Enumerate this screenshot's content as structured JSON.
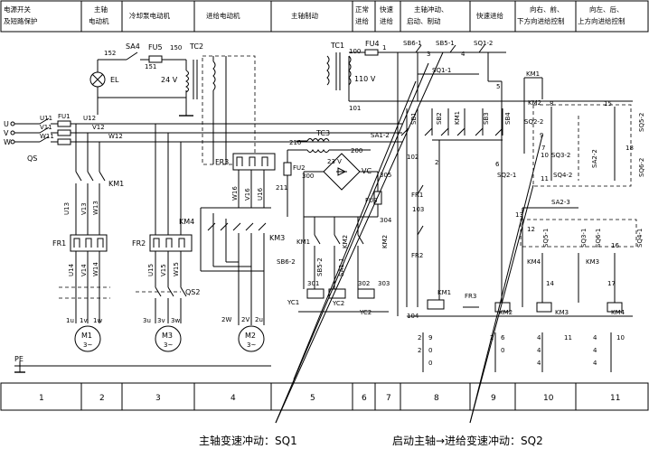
{
  "header": [
    {
      "lines": [
        "电源开关",
        "及短路保护"
      ]
    },
    {
      "lines": [
        "主轴",
        "电动机"
      ]
    },
    {
      "lines": [
        "冷却泵电动机"
      ]
    },
    {
      "lines": [
        "进给电动机"
      ]
    },
    {
      "lines": [
        "主轴制动"
      ]
    },
    {
      "lines": [
        "正常",
        "进给"
      ]
    },
    {
      "lines": [
        "快速",
        "进给"
      ]
    },
    {
      "lines": [
        "主轴冲动、",
        "启动、制动"
      ]
    },
    {
      "lines": [
        "快速进给"
      ]
    },
    {
      "lines": [
        "向右、前、",
        "下方向进给控制"
      ]
    },
    {
      "lines": [
        "向左、后、",
        "上方向进给控制"
      ]
    }
  ],
  "footer": [
    "1",
    "2",
    "3",
    "4",
    "5",
    "6",
    "7",
    "8",
    "9",
    "10",
    "11"
  ],
  "labels": {
    "sa4": "SA4",
    "fu5": "FU5",
    "n152": "152",
    "n150": "150",
    "n151": "151",
    "el": "EL",
    "v24": "24 V",
    "tc2": "TC2",
    "tc1": "TC1",
    "fu4": "FU4",
    "n100": "100",
    "n1": "1",
    "v110": "110 V",
    "n101": "101",
    "u": "U",
    "v": "V",
    "w": "W",
    "qs": "QS",
    "fu1": "FU1",
    "u11": "U11",
    "v11": "V11",
    "w11": "W11",
    "u12": "U12",
    "v12": "V12",
    "w12": "W12",
    "km1a": "KM1",
    "u13": "U13",
    "v13": "V13",
    "w13": "W13",
    "fr1": "FR1",
    "u14": "U14",
    "v14": "V14",
    "w14": "W14",
    "m1a": "1u",
    "m1b": "1v",
    "m1c": "1w",
    "m1": "M1",
    "m1s": "3~",
    "fr2": "FR2",
    "u15": "U15",
    "v15": "V15",
    "w15": "W15",
    "qs2": "QS2",
    "m3a": "3u",
    "m3b": "3v",
    "m3c": "3w",
    "m3": "M3",
    "m3s": "3~",
    "fr3": "FR3",
    "w16": "W16",
    "v16": "V16",
    "u16": "U16",
    "km4": "KM4",
    "km3a": "KM3",
    "m2a": "2W",
    "m2b": "2V",
    "m2c": "2u",
    "m2": "M2",
    "m2s": "3~",
    "tc3": "TC3",
    "n210": "210",
    "n200": "200",
    "v23": "23 V",
    "fu2": "FU2",
    "n211": "211",
    "n300": "300",
    "n305": "305",
    "vc": "VC",
    "fu3": "FU3",
    "n304": "304",
    "km1b": "KM1",
    "sb62": "SB6-2",
    "sb52": "SB5-2",
    "sa11": "SA1-1",
    "km2a": "KM2",
    "km2b": "KM2",
    "yc1": "YC1",
    "yc2": "YC2",
    "n301": "301",
    "n302": "302",
    "n303": "303",
    "yc2b": "YC2",
    "sb61": "SB6-1",
    "sb51": "SB5-1",
    "sq12": "SQ1-2",
    "sq11": "SQ1-1",
    "n3": "3",
    "n4": "4",
    "n5": "5",
    "sa12": "SA1-2",
    "sb1": "SB1",
    "sb2": "SB2",
    "km1c": "KM1",
    "sb3": "SB3",
    "sb4": "SB4",
    "n102": "102",
    "n2": "2",
    "fr1b": "FR1",
    "n103": "103",
    "fr2b": "FR2",
    "n104": "104",
    "km1d": "KM1",
    "fr3b": "FR3",
    "km2c": "KM2",
    "n6": "6",
    "sq21": "SQ2-1",
    "km1e": "KM1",
    "km2d": "KM2",
    "n8": "8",
    "sq22": "SQ2-2",
    "n9": "9",
    "n7": "7",
    "sq32": "SQ3-2",
    "sq42": "SQ4-2",
    "n10": "10",
    "n11": "11",
    "sa22": "SA2-2",
    "sa23": "SA2-3",
    "n13": "13",
    "n15": "15",
    "n18": "18",
    "sq52": "SQ5-2",
    "sq62": "SQ6-2",
    "n12": "12",
    "sq51": "SQ5-1",
    "sq31": "SQ3-1",
    "sq61": "SQ6-1",
    "sq41": "SQ4-1",
    "n16": "16",
    "km4b": "KM4",
    "km3b": "KM3",
    "n14": "14",
    "n17": "17",
    "km3c": "KM3",
    "km4c": "KM4",
    "pe": "PE"
  },
  "contact_table": [
    {
      "col": "col8",
      "rows": [
        [
          "2",
          "9"
        ],
        [
          "2",
          "0"
        ],
        [
          "",
          "0"
        ]
      ]
    },
    {
      "col": "col9a",
      "rows": [
        [
          "2",
          "6"
        ],
        [
          "",
          "0"
        ],
        [
          "",
          ""
        ]
      ]
    },
    {
      "col": "col10",
      "rows": [
        [
          "4",
          "11"
        ],
        [
          "4",
          ""
        ],
        [
          "4",
          ""
        ]
      ]
    },
    {
      "col": "col11",
      "rows": [
        [
          "4",
          "10"
        ],
        [
          "4",
          ""
        ],
        [
          "4",
          ""
        ]
      ]
    }
  ],
  "captions": {
    "left": "主轴变速冲动：SQ1",
    "right": "启动主轴→进给变速冲动：SQ2"
  }
}
